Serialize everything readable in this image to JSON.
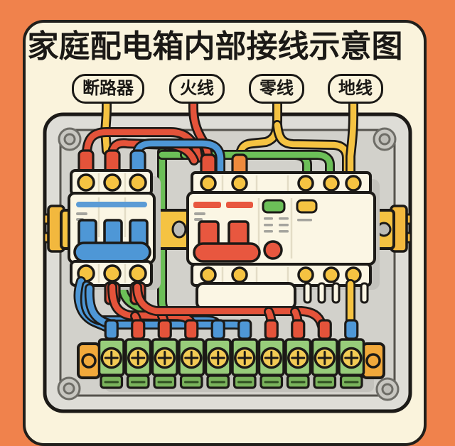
{
  "title": "家庭配电箱内部接线示意图",
  "legend": [
    {
      "label": "断路器",
      "leader_color": "#F5C342"
    },
    {
      "label": "火线",
      "leader_color": "#E4533A"
    },
    {
      "label": "零线",
      "leader_color": "#F5C342"
    },
    {
      "label": "地线",
      "leader_color": "#F5C342"
    }
  ],
  "colors": {
    "background": "#F0824C",
    "card": "#FAF3DC",
    "outline": "#1C1A17",
    "box_frame": "#DEDDD7",
    "box_inner": "#D2D1CB",
    "breaker_body": "#FBF6E4",
    "wire_red": "#E4533A",
    "wire_blue": "#4E97D6",
    "wire_green": "#6CBF58",
    "wire_yellow": "#F5C342",
    "din_rail": "#F5C342",
    "terminal_green": "#97CC7A",
    "terminal_green_dark": "#7AB35C",
    "terminal_screw": "#F3CB55",
    "end_tab_orange": "#F2A93B",
    "toggle_blue": "#4E97D6",
    "toggle_red": "#E8573F",
    "indicator_green": "#6CBF58",
    "indicator_yellow": "#F5C342",
    "test_button_red": "#E8573F"
  },
  "panel": {
    "terminal_count": 10,
    "terminal_sleeve_colors": [
      "blue",
      "red",
      "red",
      "red",
      "blue",
      "blue",
      "red",
      "red",
      "red",
      "blue"
    ]
  }
}
